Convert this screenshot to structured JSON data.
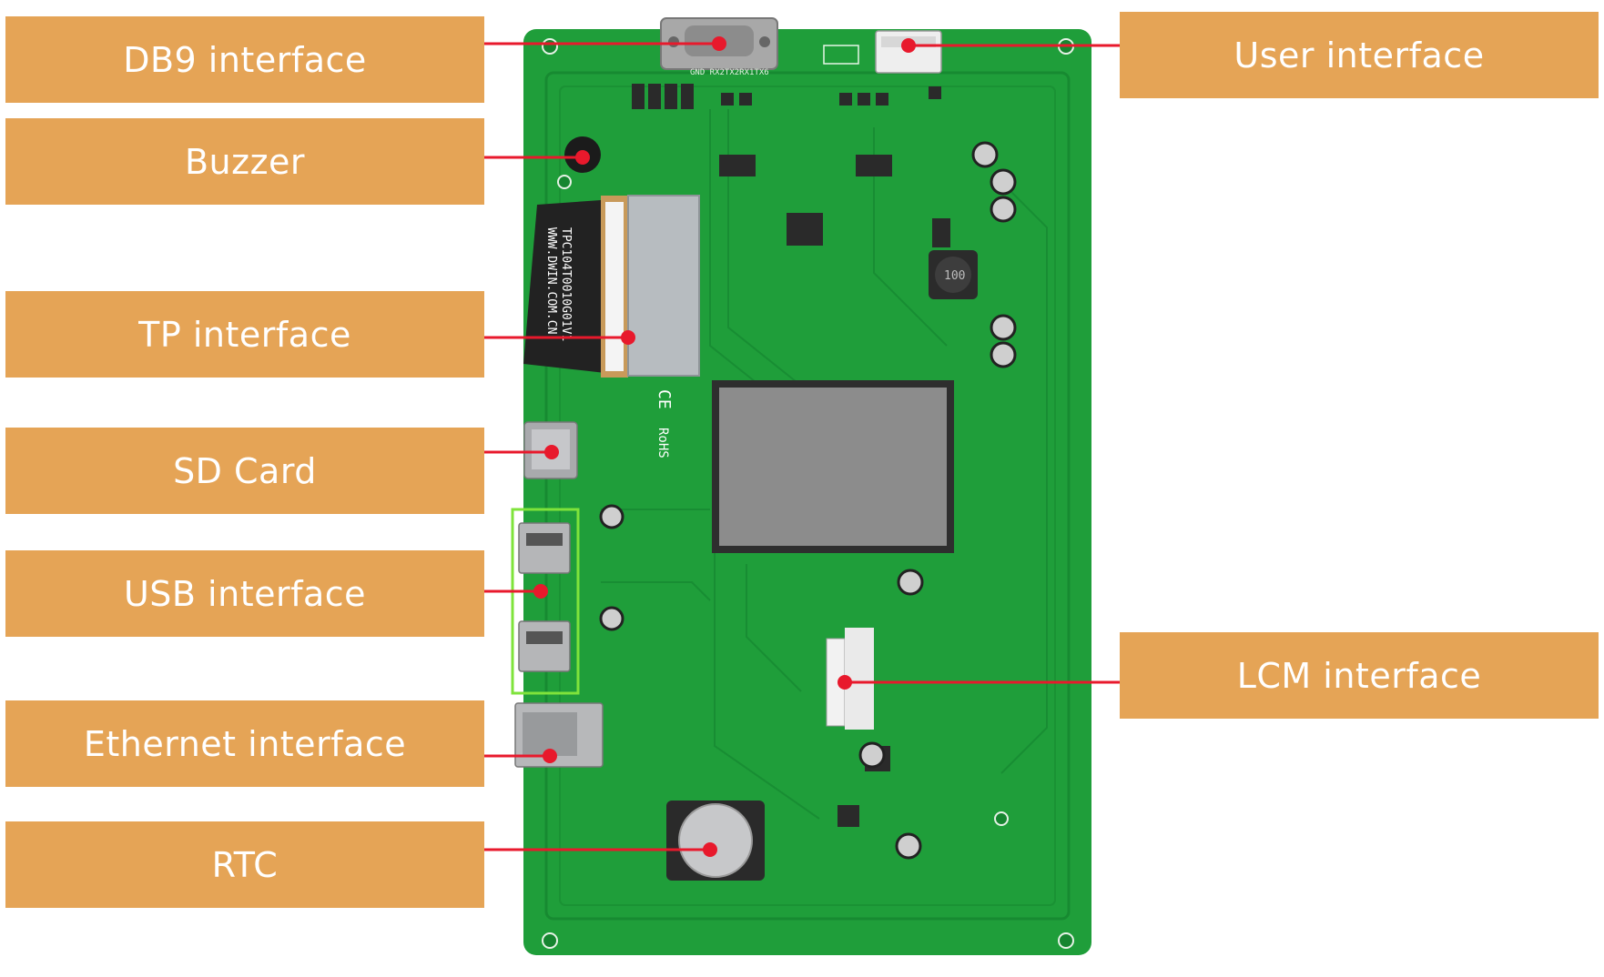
{
  "colors": {
    "label_bg": "#e5a456",
    "label_text": "#ffffff",
    "pcb_green": "#1f9e3a",
    "leader_line": "#e8192c",
    "usb_highlight": "#7fe33b"
  },
  "labels_left": [
    {
      "id": "db9",
      "text": "DB9 interface"
    },
    {
      "id": "buzzer",
      "text": "Buzzer"
    },
    {
      "id": "tp",
      "text": "TP interface"
    },
    {
      "id": "sdcard",
      "text": "SD Card"
    },
    {
      "id": "usb",
      "text": "USB interface"
    },
    {
      "id": "ethernet",
      "text": "Ethernet interface"
    },
    {
      "id": "rtc",
      "text": "RTC"
    }
  ],
  "labels_right": [
    {
      "id": "user",
      "text": "User interface"
    },
    {
      "id": "lcm",
      "text": "LCM interface"
    }
  ],
  "board_silkscreen": {
    "model": "TPC104T0010G01V1",
    "website": "WWW.DWIN.COM.CN",
    "rohs": "RoHS",
    "ce": "CE",
    "db9_pins": "GND RX2TX2RX1TX6",
    "inductor": "100"
  }
}
